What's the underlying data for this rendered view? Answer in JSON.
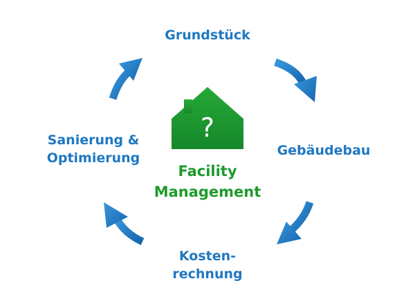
{
  "cycle": {
    "nodes": {
      "top": {
        "line1": "Grundstück"
      },
      "right": {
        "line1": "Gebäudebau"
      },
      "bottom": {
        "line1": "Kosten-",
        "line2": "rechnung"
      },
      "left": {
        "line1": "Sanierung &",
        "line2": "Optimierung"
      }
    },
    "center": {
      "line1": "Facility",
      "line2": "Management",
      "house_symbol": "?"
    }
  },
  "colors": {
    "node_text": "#1f78c1",
    "arrow_fill": "#1f78c1",
    "center_text": "#1e9a2b",
    "house_fill": "#1e9a2b",
    "house_symbol": "#ffffff"
  },
  "icons": {
    "center": "house-icon",
    "arrows": "curved-arrow-icon"
  }
}
